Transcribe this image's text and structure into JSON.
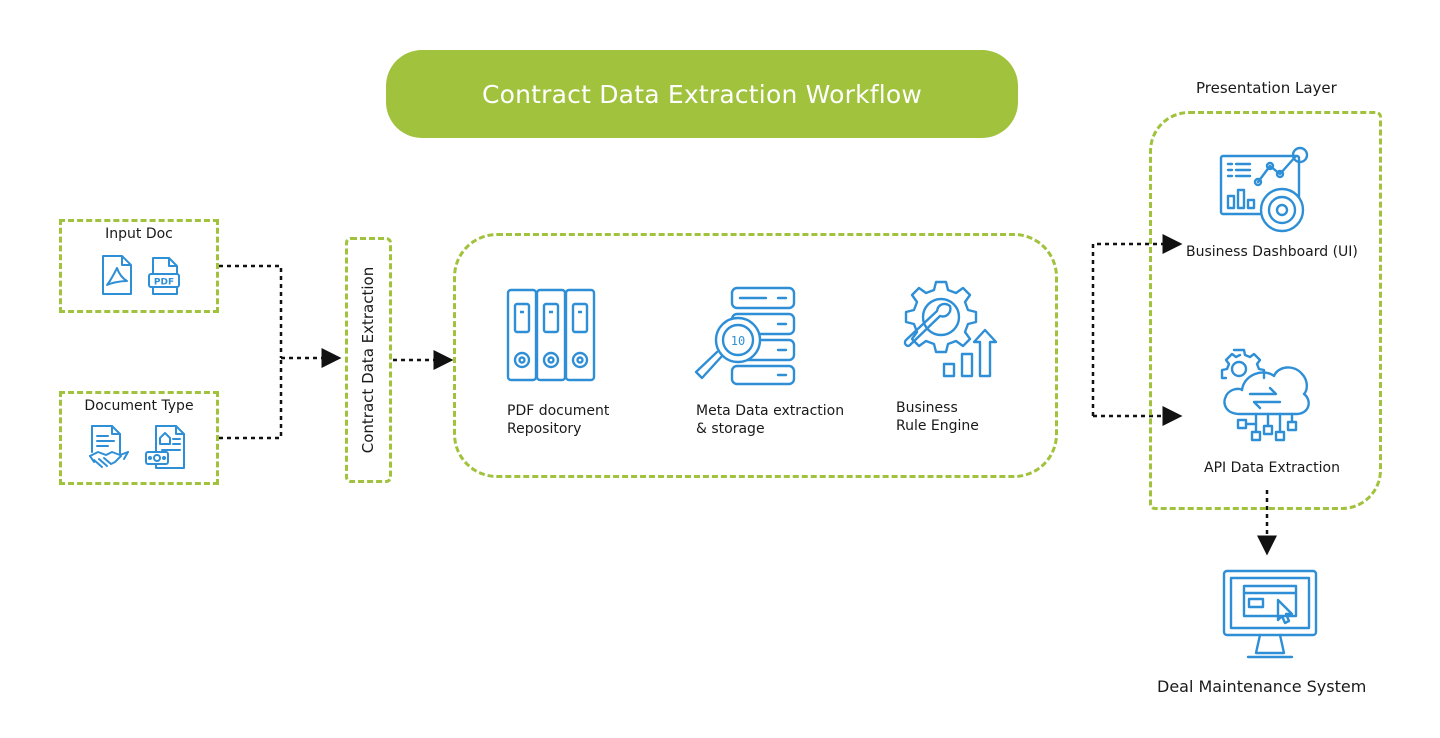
{
  "title": "Contract Data Extraction Workflow",
  "inputs": {
    "input_doc": "Input Doc",
    "document_type": "Document Type"
  },
  "extraction_label": "Contract Data Extraction",
  "processing": {
    "pdf_repo": "PDF document\nRepository",
    "meta_data": "Meta Data extraction\n& storage",
    "rule_engine": "Business\nRule Engine"
  },
  "presentation": {
    "heading": "Presentation Layer",
    "dashboard": "Business Dashboard (UI)",
    "api": "API Data Extraction"
  },
  "deal_system": "Deal Maintenance System",
  "icon_file": "PDF",
  "colors": {
    "accent_green": "#a0c23c",
    "icon_blue": "#2f8fd6",
    "connector": "#111111"
  }
}
